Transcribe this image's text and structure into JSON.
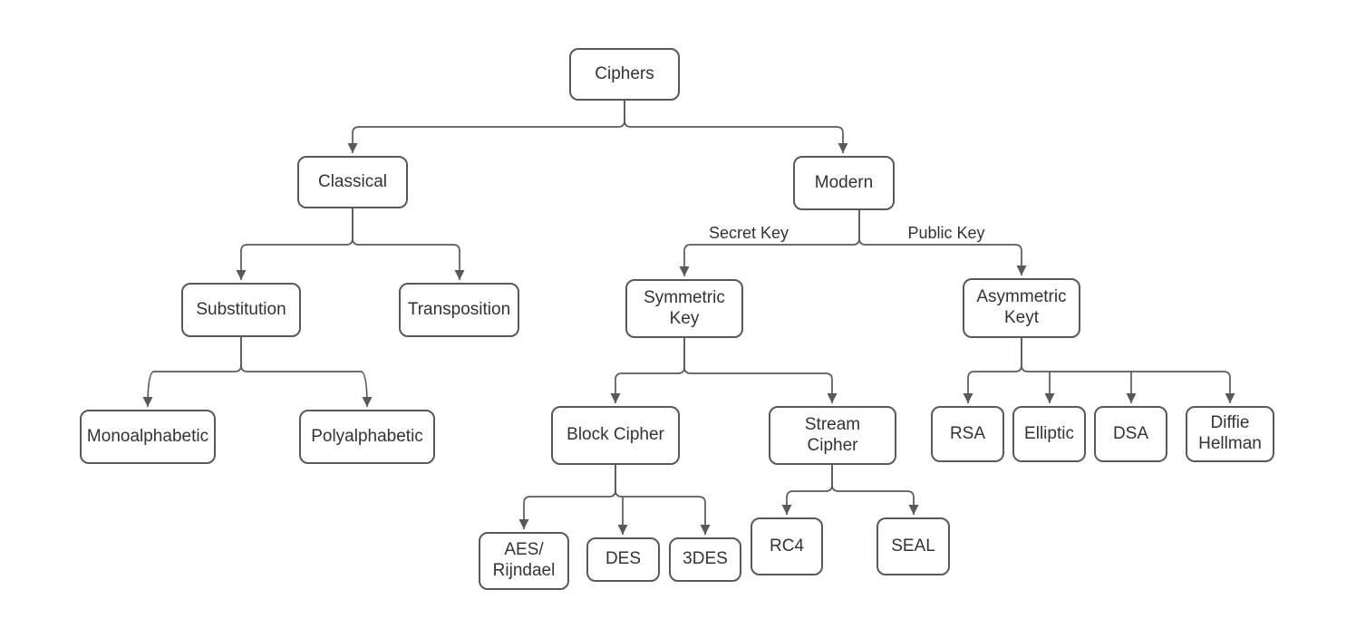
{
  "diagram_type": "tree",
  "colors": {
    "background": "#ffffff",
    "node_fill": "#ffffff",
    "node_border": "#595959",
    "connector": "#595959",
    "text": "#333333"
  },
  "nodes": {
    "ciphers": {
      "label": "Ciphers"
    },
    "classical": {
      "label": "Classical"
    },
    "modern": {
      "label": "Modern"
    },
    "substitution": {
      "label": "Substitution"
    },
    "transposition": {
      "label": "Transposition"
    },
    "monoalphabetic": {
      "label": "Monoalphabetic"
    },
    "polyalphabetic": {
      "label": "Polyalphabetic"
    },
    "symmetric_key": {
      "label": "Symmetric\nKey"
    },
    "asymmetric_key": {
      "label": "Asymmetric\nKeyt"
    },
    "block_cipher": {
      "label": "Block Cipher"
    },
    "stream_cipher": {
      "label": "Stream\nCipher"
    },
    "aes_rijndael": {
      "label": "AES/\nRijndael"
    },
    "des": {
      "label": "DES"
    },
    "threedes": {
      "label": "3DES"
    },
    "rc4": {
      "label": "RC4"
    },
    "seal": {
      "label": "SEAL"
    },
    "rsa": {
      "label": "RSA"
    },
    "elliptic": {
      "label": "Elliptic"
    },
    "dsa": {
      "label": "DSA"
    },
    "diffie_hellman": {
      "label": "Diffie\nHellman"
    }
  },
  "edges": [
    {
      "from": "ciphers",
      "to": "classical"
    },
    {
      "from": "ciphers",
      "to": "modern"
    },
    {
      "from": "classical",
      "to": "substitution"
    },
    {
      "from": "classical",
      "to": "transposition"
    },
    {
      "from": "substitution",
      "to": "monoalphabetic"
    },
    {
      "from": "substitution",
      "to": "polyalphabetic"
    },
    {
      "from": "modern",
      "to": "symmetric_key",
      "label": "Secret Key"
    },
    {
      "from": "modern",
      "to": "asymmetric_key",
      "label": "Public Key"
    },
    {
      "from": "symmetric_key",
      "to": "block_cipher"
    },
    {
      "from": "symmetric_key",
      "to": "stream_cipher"
    },
    {
      "from": "block_cipher",
      "to": "aes_rijndael"
    },
    {
      "from": "block_cipher",
      "to": "des"
    },
    {
      "from": "block_cipher",
      "to": "threedes"
    },
    {
      "from": "stream_cipher",
      "to": "rc4"
    },
    {
      "from": "stream_cipher",
      "to": "seal"
    },
    {
      "from": "asymmetric_key",
      "to": "rsa"
    },
    {
      "from": "asymmetric_key",
      "to": "elliptic"
    },
    {
      "from": "asymmetric_key",
      "to": "dsa"
    },
    {
      "from": "asymmetric_key",
      "to": "diffie_hellman"
    }
  ]
}
